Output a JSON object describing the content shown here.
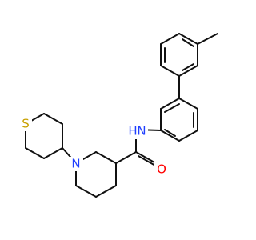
{
  "diagram": {
    "type": "skeletal-structure",
    "atoms": {
      "sulfur": "S",
      "piperidine_nitrogen": "N",
      "amide_nitrogen_hydrogen": "H",
      "amide_nitrogen": "N",
      "carbonyl_oxygen": "O"
    }
  },
  "colors": {
    "bond": "#111111",
    "sulfur": "#C8A000",
    "nitrogen": "#1F3FFF",
    "oxygen": "#FF0000",
    "background": "#FFFFFF"
  }
}
